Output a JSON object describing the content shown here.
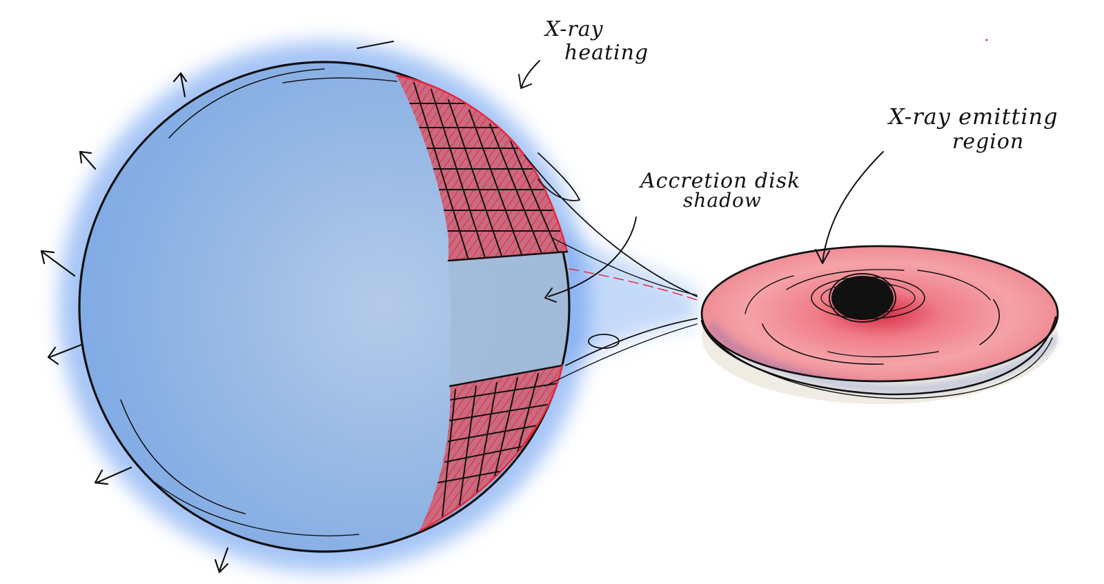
{
  "labels": {
    "xray_heating": [
      "X-ray",
      "heating"
    ],
    "disk_shadow": [
      "Accretion disk",
      "shadow"
    ],
    "xray_emitting": [
      "X-ray emitting",
      "region"
    ]
  },
  "colors": {
    "star_fill": "#8fb4e3",
    "star_glow": "#5b96ee",
    "shadow_fill": "#a7bfdc",
    "heated_region": "#e8283a",
    "disk_fill": "#f09aa0",
    "disk_core": "#e8506a",
    "ink": "#111111"
  },
  "icons": {
    "wind_arrows": "arrow-icon",
    "label_pointers": "arrow-icon"
  }
}
